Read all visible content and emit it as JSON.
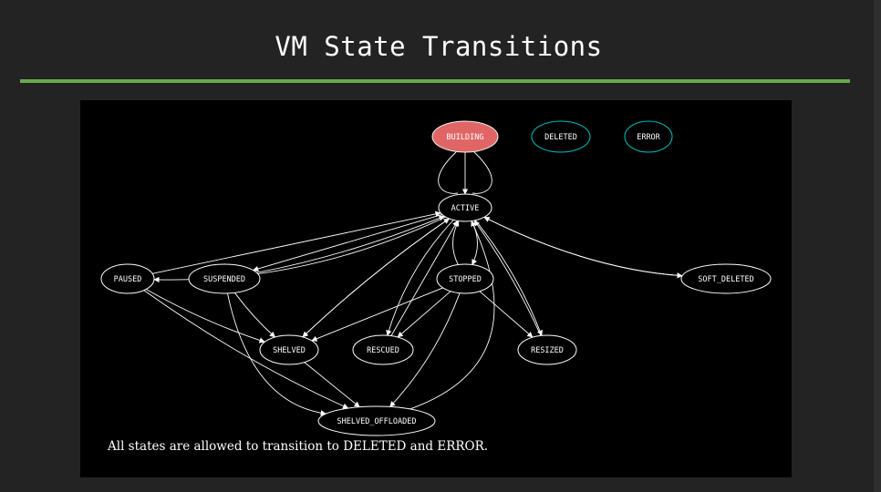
{
  "slide": {
    "title": "VM State Transitions"
  },
  "diagram": {
    "nodes": [
      {
        "id": "building",
        "label": "BUILDING",
        "style": "filled",
        "fill": "#e06666",
        "stroke": "#f4f4f4"
      },
      {
        "id": "deleted",
        "label": "DELETED",
        "style": "outline",
        "stroke": "#00c0c0"
      },
      {
        "id": "error",
        "label": "ERROR",
        "style": "outline",
        "stroke": "#00c0c0"
      },
      {
        "id": "active",
        "label": "ACTIVE",
        "style": "outline",
        "stroke": "#ffffff"
      },
      {
        "id": "paused",
        "label": "PAUSED",
        "style": "outline",
        "stroke": "#ffffff"
      },
      {
        "id": "suspended",
        "label": "SUSPENDED",
        "style": "outline",
        "stroke": "#ffffff"
      },
      {
        "id": "stopped",
        "label": "STOPPED",
        "style": "outline",
        "stroke": "#ffffff"
      },
      {
        "id": "soft_deleted",
        "label": "SOFT_DELETED",
        "style": "outline",
        "stroke": "#ffffff"
      },
      {
        "id": "shelved",
        "label": "SHELVED",
        "style": "outline",
        "stroke": "#ffffff"
      },
      {
        "id": "rescued",
        "label": "RESCUED",
        "style": "outline",
        "stroke": "#ffffff"
      },
      {
        "id": "resized",
        "label": "RESIZED",
        "style": "outline",
        "stroke": "#ffffff"
      },
      {
        "id": "shelved_offloaded",
        "label": "SHELVED_OFFLOADED",
        "style": "outline",
        "stroke": "#ffffff"
      }
    ],
    "edges": [
      {
        "from": "building",
        "to": "active"
      },
      {
        "from": "active",
        "to": "paused"
      },
      {
        "from": "paused",
        "to": "active"
      },
      {
        "from": "active",
        "to": "suspended"
      },
      {
        "from": "suspended",
        "to": "active"
      },
      {
        "from": "active",
        "to": "stopped"
      },
      {
        "from": "stopped",
        "to": "active"
      },
      {
        "from": "active",
        "to": "soft_deleted"
      },
      {
        "from": "soft_deleted",
        "to": "active"
      },
      {
        "from": "active",
        "to": "shelved"
      },
      {
        "from": "shelved",
        "to": "active"
      },
      {
        "from": "active",
        "to": "rescued"
      },
      {
        "from": "rescued",
        "to": "active"
      },
      {
        "from": "active",
        "to": "resized"
      },
      {
        "from": "resized",
        "to": "active"
      },
      {
        "from": "shelved_offloaded",
        "to": "active"
      },
      {
        "from": "paused",
        "to": "shelved"
      },
      {
        "from": "suspended",
        "to": "shelved"
      },
      {
        "from": "stopped",
        "to": "shelved"
      },
      {
        "from": "stopped",
        "to": "rescued"
      },
      {
        "from": "stopped",
        "to": "resized"
      },
      {
        "from": "stopped",
        "to": "shelved_offloaded"
      },
      {
        "from": "shelved",
        "to": "shelved_offloaded"
      },
      {
        "from": "paused",
        "to": "shelved_offloaded"
      },
      {
        "from": "suspended",
        "to": "shelved_offloaded"
      }
    ],
    "caption": "All states are allowed to transition to DELETED and ERROR."
  }
}
